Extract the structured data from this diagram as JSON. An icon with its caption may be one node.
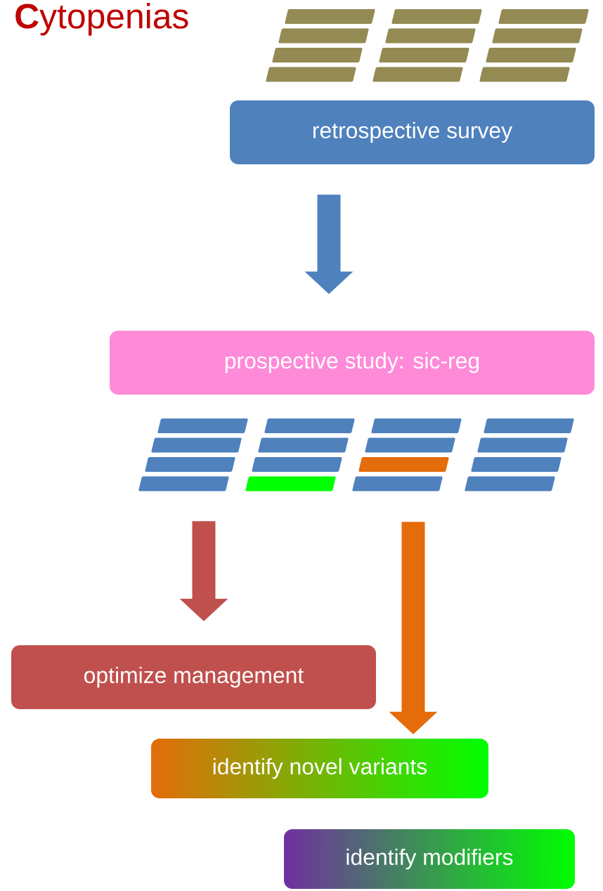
{
  "diagram": {
    "title": "**C**ytopenias",
    "nodes": [
      {
        "text": [],
        "shape": "picture"
      },
      {
        "text": [
          "retrospective survey"
        ]
      },
      {
        "text": [
          "prospective study: sic-reg"
        ]
      },
      {
        "text": [],
        "shape": "picture"
      },
      {
        "text": [
          "optimize management"
        ]
      },
      {
        "text": [
          "identify novel variants"
        ]
      },
      {
        "text": [
          "identify modifiers"
        ]
      }
    ],
    "edges": [
      {
        "from": 1,
        "to": 2,
        "arrow": "to",
        "color": "#4f81bd"
      },
      {
        "from": 3,
        "to": 4,
        "arrow": "to",
        "color": "#c0504d"
      },
      {
        "from": 3,
        "to": 5,
        "arrow": "to",
        "color": "#e46c0a"
      }
    ]
  }
}
